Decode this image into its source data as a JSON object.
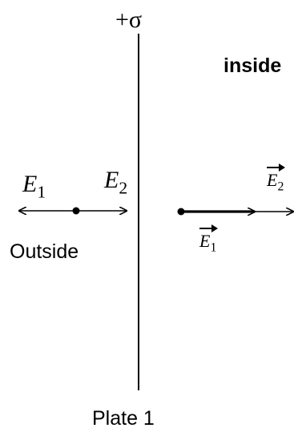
{
  "plate": {
    "charge_label": "+σ",
    "name": "Plate 1"
  },
  "regions": {
    "inside": "inside",
    "outside": "Outside"
  },
  "left_field": {
    "e1": {
      "symbol": "E",
      "subscript": "1"
    },
    "e2": {
      "symbol": "E",
      "subscript": "2"
    }
  },
  "right_field": {
    "e1": {
      "symbol": "E",
      "subscript": "1"
    },
    "e2": {
      "symbol": "E",
      "subscript": "2"
    }
  },
  "colors": {
    "ink": "#000000",
    "background": "#ffffff"
  }
}
